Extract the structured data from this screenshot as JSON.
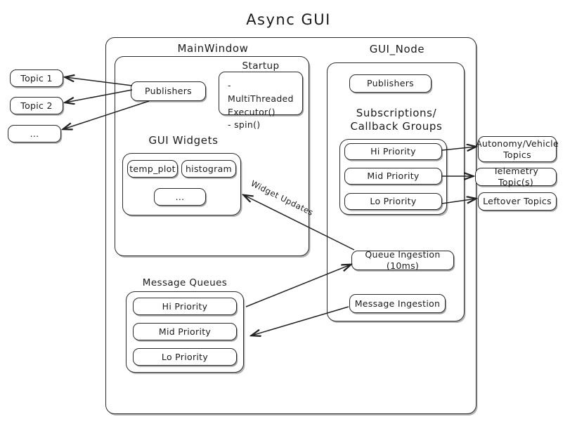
{
  "title": "Async  GUI",
  "outer_container": {
    "name": "async-gui-container"
  },
  "main_window": {
    "label": "MainWindow",
    "publishers": "Publishers",
    "startup": {
      "label": "Startup",
      "lines": "-  MultiThreaded\n   Executor()\n-  spin()"
    },
    "gui_widgets": {
      "label": "GUI Widgets",
      "items": [
        {
          "label": "temp_plot"
        },
        {
          "label": "histogram"
        },
        {
          "label": "..."
        }
      ]
    },
    "message_queues": {
      "label": "Message Queues",
      "items": [
        {
          "label": "Hi Priority"
        },
        {
          "label": "Mid Priority"
        },
        {
          "label": "Lo Priority"
        }
      ]
    }
  },
  "gui_node": {
    "label": "GUI_Node",
    "publishers": "Publishers",
    "subscriptions": {
      "label": "Subscriptions/\nCallback Groups",
      "items": [
        {
          "label": "Hi Priority"
        },
        {
          "label": "Mid Priority"
        },
        {
          "label": "Lo Priority"
        }
      ]
    },
    "queue_ingestion": "Queue Ingestion (10ms)",
    "message_ingestion": "Message Ingestion"
  },
  "left_topics": [
    {
      "label": "Topic 1"
    },
    {
      "label": "Topic 2"
    },
    {
      "label": "..."
    }
  ],
  "right_topics": [
    {
      "label": "Autonomy/Vehicle\nTopics"
    },
    {
      "label": "Telemetry Topic(s)"
    },
    {
      "label": "Leftover Topics"
    }
  ],
  "arrow_labels": {
    "widget_updates": "Widget Updates"
  },
  "colors": {
    "stroke": "#2b2b2b",
    "text": "#1b1b1b",
    "background": "#ffffff"
  }
}
